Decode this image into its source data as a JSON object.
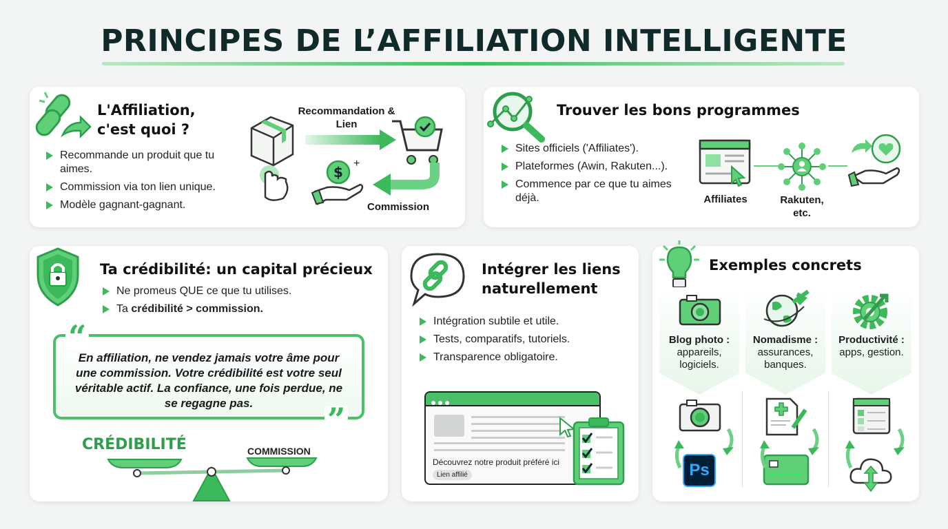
{
  "title": "PRINCIPES DE L’AFFILIATION INTELLIGENTE",
  "colors": {
    "accent": "#3cb95a",
    "dark": "#0f2a28"
  },
  "what": {
    "title_line1": "L'Affiliation,",
    "title_line2": "c'est quoi ?",
    "bullets": [
      "Recommande un produit que tu aimes.",
      "Commission via ton lien unique.",
      "Modèle gagnant-gagnant."
    ],
    "flow_top": "Recommandation & Lien",
    "flow_bottom": "Commission",
    "icons": [
      "link-icon",
      "box-icon",
      "hand-pointer-icon",
      "cart-check-icon",
      "money-hand-icon"
    ]
  },
  "programs": {
    "title": "Trouver les bons programmes",
    "bullets": [
      "Sites officiels ('Affiliates').",
      "Plateformes (Awin, Rakuten...).",
      "Commence par ce que tu aimes déjà."
    ],
    "label_affiliates": "Affiliates",
    "label_rakuten": "Rakuten, etc.",
    "icons": [
      "magnifier-chart-icon",
      "browser-icon",
      "network-icon",
      "heart-hand-icon"
    ]
  },
  "credibility": {
    "title": "Ta crédibilité: un capital précieux",
    "bullet1": "Ne promeus QUE ce que tu utilises.",
    "bullet2_prefix": "Ta ",
    "bullet2_bold": "crédibilité > commission.",
    "quote": "En affiliation, ne vendez jamais votre âme pour une commission. Votre crédibilité est votre seul véritable actif. La confiance, une fois perdue, ne se regagne pas.",
    "scale_left": "CRÉDIBILITÉ",
    "scale_right": "COMMISSION",
    "icons": [
      "shield-lock-icon",
      "scale-icon"
    ]
  },
  "integrate": {
    "title_line1": "Intégrer les liens",
    "title_line2": "naturellement",
    "bullets": [
      "Intégration subtile et utile.",
      "Tests, comparatifs, tutoriels.",
      "Transparence obligatoire."
    ],
    "mock_text": "Découvrez notre produit préféré ici",
    "mock_badge": "Lien affilié",
    "icons": [
      "chat-link-icon",
      "browser-mock-icon",
      "clipboard-check-icon"
    ]
  },
  "examples": {
    "title": "Exemples concrets",
    "columns": [
      {
        "head": "Blog photo :",
        "text": "appareils, logiciels.",
        "icons": [
          "camera-icon",
          "photoshop-icon"
        ],
        "ps": "Ps"
      },
      {
        "head": "Nomadisme :",
        "text": "assurances, banques.",
        "icons": [
          "globe-plane-icon",
          "document-icon",
          "card-icon"
        ]
      },
      {
        "head": "Productivité :",
        "text": "apps, gestion.",
        "icons": [
          "gear-arrow-icon",
          "app-window-icon",
          "cloud-icon"
        ]
      }
    ]
  }
}
